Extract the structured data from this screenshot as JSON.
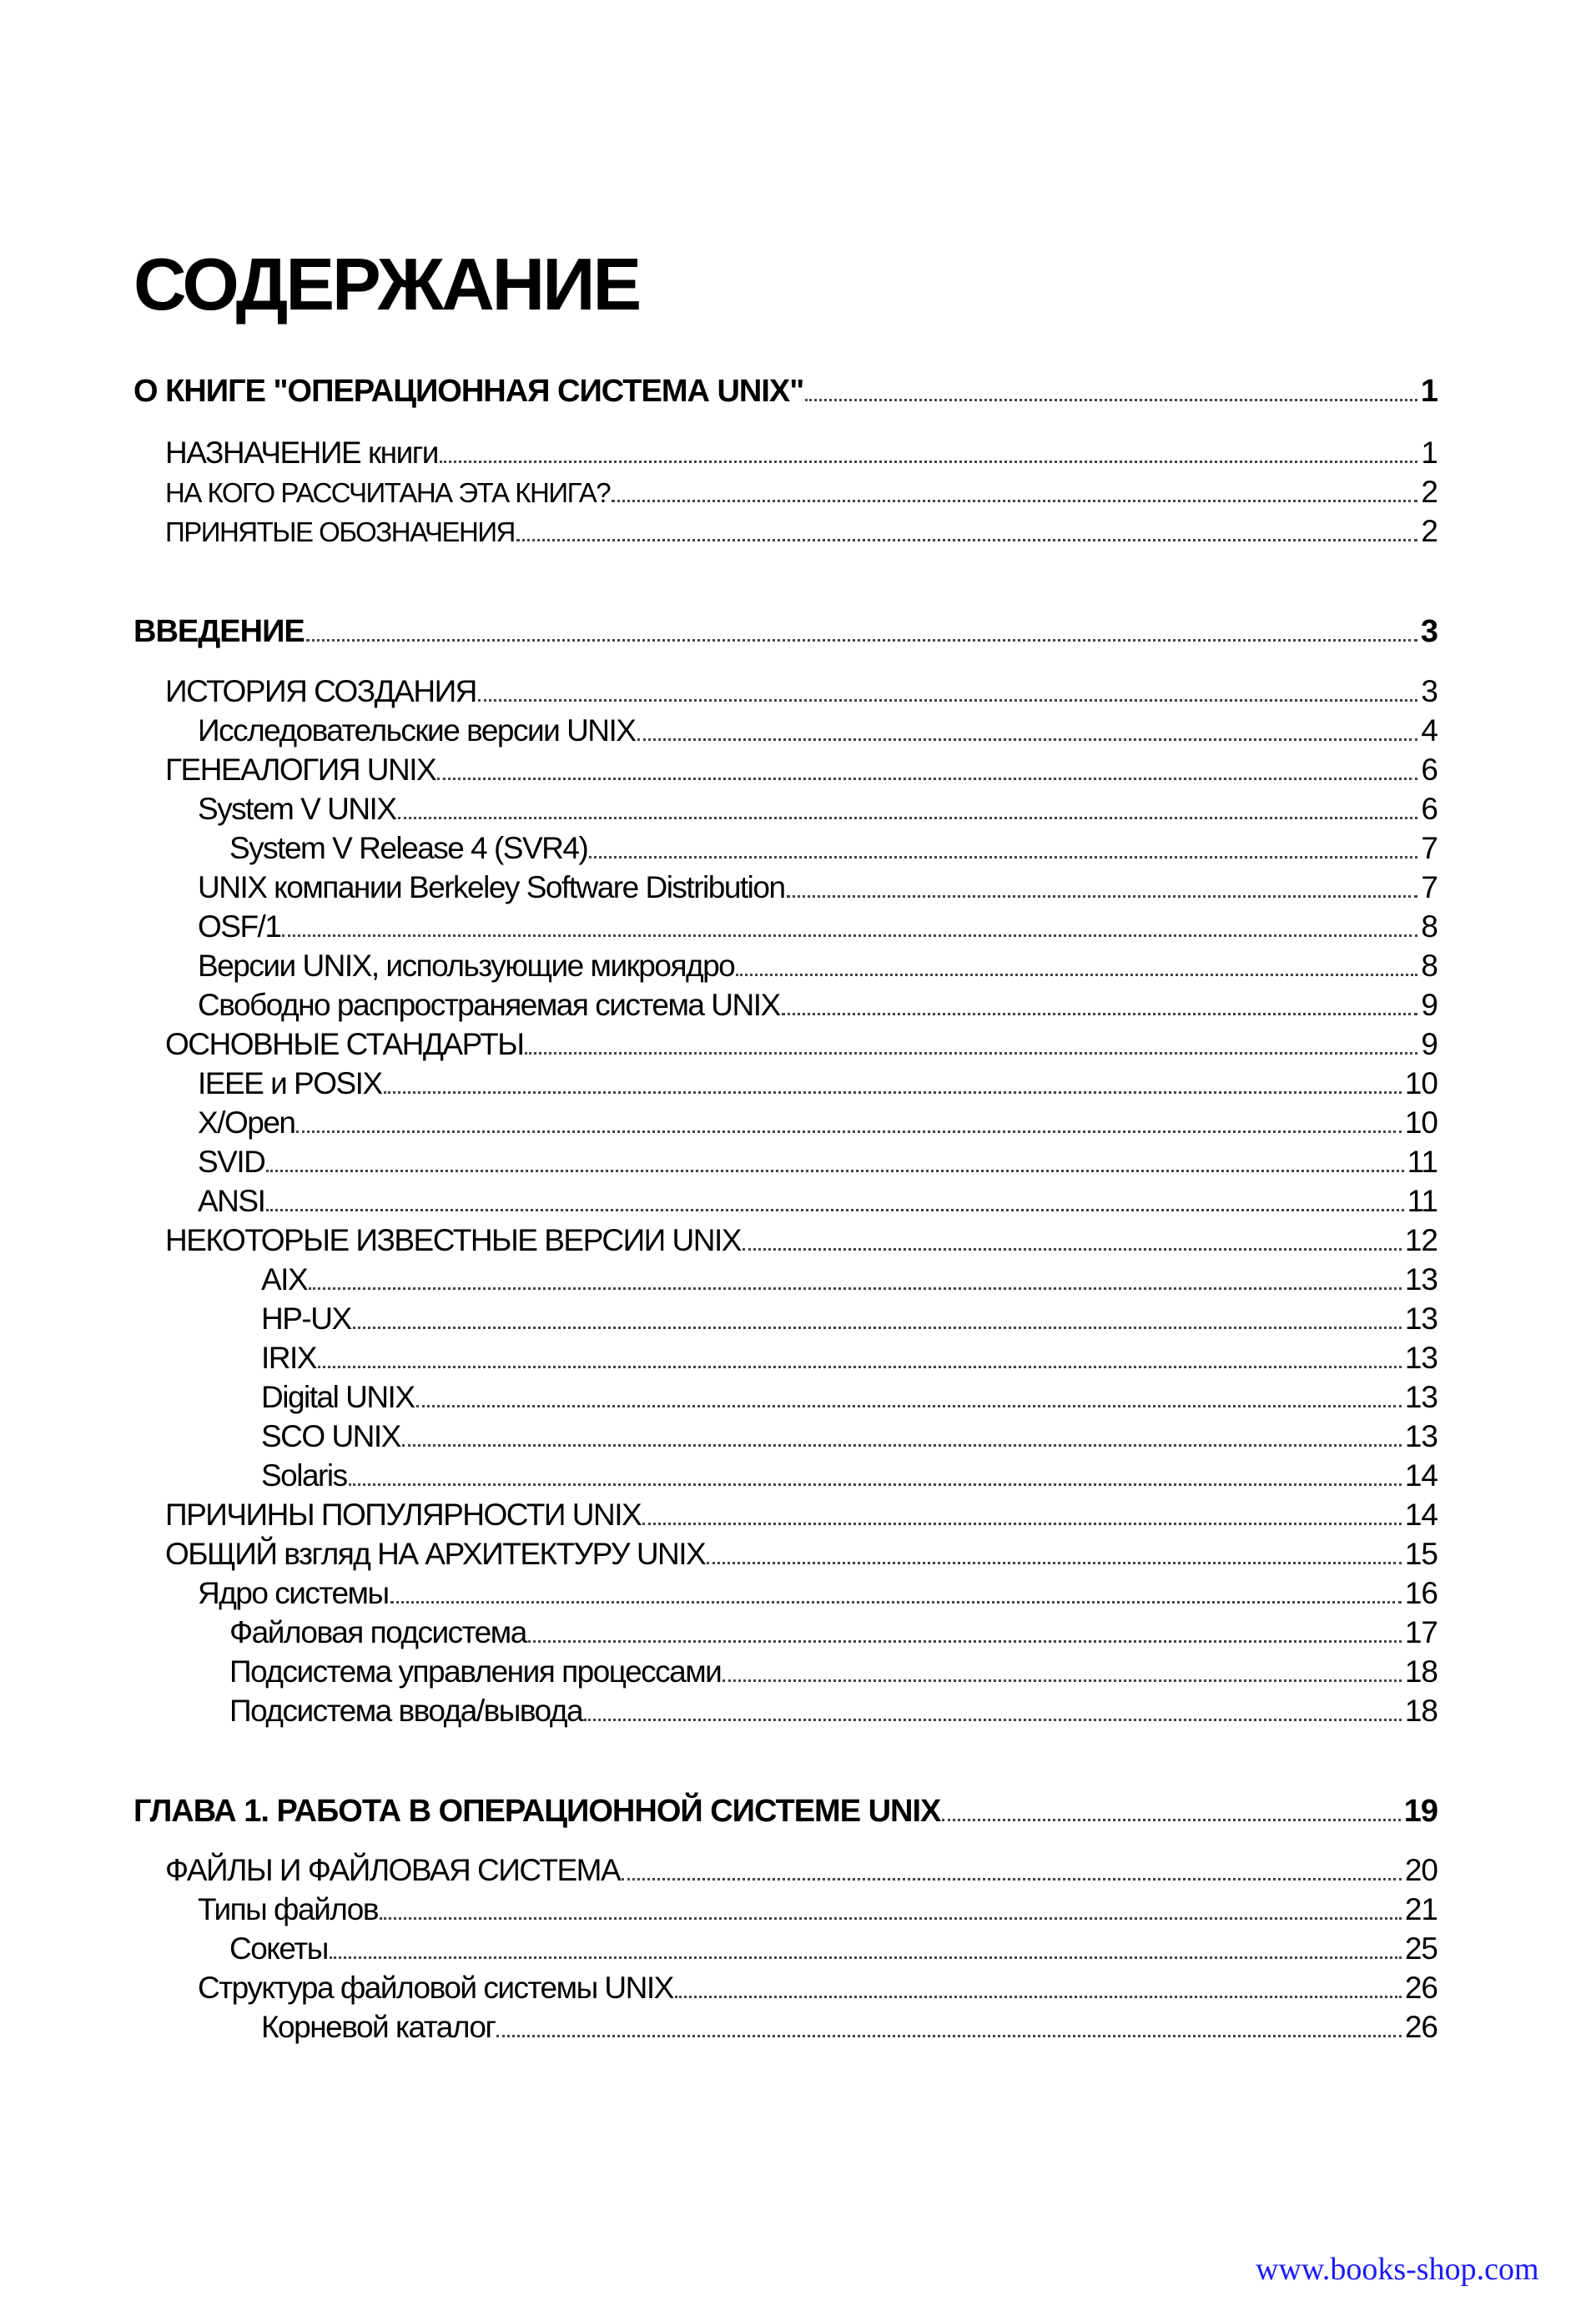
{
  "title": "СОДЕРЖАНИЕ",
  "entries": [
    {
      "label": "О КНИГЕ \"ОПЕРАЦИОННАЯ СИСТЕМА UNIX\"",
      "page": "1",
      "level": 0
    },
    {
      "label": "НАЗНАЧЕНИЕ книги",
      "page": "1",
      "level": 1
    },
    {
      "label": "НА КОГО РАССЧИТАНА ЭТА КНИГА?",
      "page": "2",
      "level": 1
    },
    {
      "label": "ПРИНЯТЫЕ ОБОЗНАЧЕНИЯ",
      "page": "2",
      "level": 1
    },
    {
      "label": "ВВЕДЕНИЕ",
      "page": "3",
      "level": 0
    },
    {
      "label": "ИСТОРИЯ СОЗДАНИЯ",
      "page": "3",
      "level": 1
    },
    {
      "label": "Исследовательские версии UNIX",
      "page": "4",
      "level": 2
    },
    {
      "label": "ГЕНЕАЛОГИЯ UNIX",
      "page": "6",
      "level": 1
    },
    {
      "label": "System V UNIX",
      "page": "6",
      "level": 2
    },
    {
      "label": "System V Release 4 (SVR4)",
      "page": "7",
      "level": 3
    },
    {
      "label": "UNIX компании Berkeley Software Distribution",
      "page": "7",
      "level": 2
    },
    {
      "label": "OSF/1",
      "page": "8",
      "level": 2
    },
    {
      "label": "Версии UNIX, использующие микроядро",
      "page": "8",
      "level": 2
    },
    {
      "label": "Свободно распространяемая система UNIX",
      "page": "9",
      "level": 2
    },
    {
      "label": "ОСНОВНЫЕ СТАНДАРТЫ",
      "page": "9",
      "level": 1
    },
    {
      "label": "IEEE и POSIX",
      "page": "10",
      "level": 2
    },
    {
      "label": "X/Open",
      "page": "10",
      "level": 2
    },
    {
      "label": "SVID",
      "page": "11",
      "level": 2
    },
    {
      "label": "ANSI",
      "page": "11",
      "level": 2
    },
    {
      "label": "НЕКОТОРЫЕ ИЗВЕСТНЫЕ ВЕРСИИ UNIX",
      "page": "12",
      "level": 1
    },
    {
      "label": "AIX",
      "page": "13",
      "level": 4
    },
    {
      "label": "HP-UX",
      "page": "13",
      "level": 4
    },
    {
      "label": "IRIX",
      "page": "13",
      "level": 4
    },
    {
      "label": "Digital UNIX",
      "page": "13",
      "level": 4
    },
    {
      "label": "SCO UNIX",
      "page": "13",
      "level": 4
    },
    {
      "label": "Solaris",
      "page": "14",
      "level": 4
    },
    {
      "label": "ПРИЧИНЫ ПОПУЛЯРНОСТИ UNIX",
      "page": "14",
      "level": 1
    },
    {
      "label": "ОБЩИЙ взгляд НА АРХИТЕКТУРУ UNIX",
      "page": "15",
      "level": 1
    },
    {
      "label": "Ядро системы",
      "page": "16",
      "level": 2
    },
    {
      "label": "Файловая подсистема",
      "page": "17",
      "level": 3
    },
    {
      "label": "Подсистема управления процессами",
      "page": "18",
      "level": 3
    },
    {
      "label": "Подсистема ввода/вывода",
      "page": "18",
      "level": 3
    },
    {
      "label": "ГЛАВА 1. РАБОТА В ОПЕРАЦИОННОЙ СИСТЕМЕ UNIX",
      "page": "19",
      "level": 0
    },
    {
      "label": "ФАЙЛЫ И ФАЙЛОВАЯ СИСТЕМА",
      "page": "20",
      "level": 1
    },
    {
      "label": "Типы файлов",
      "page": "21",
      "level": 2
    },
    {
      "label": "Сокеты",
      "page": "25",
      "level": 3
    },
    {
      "label": "Структура файловой системы UNIX",
      "page": "26",
      "level": 2
    },
    {
      "label": "Корневой каталог",
      "page": "26",
      "level": 4
    }
  ],
  "footer": {
    "link": "www.books-shop.com"
  }
}
